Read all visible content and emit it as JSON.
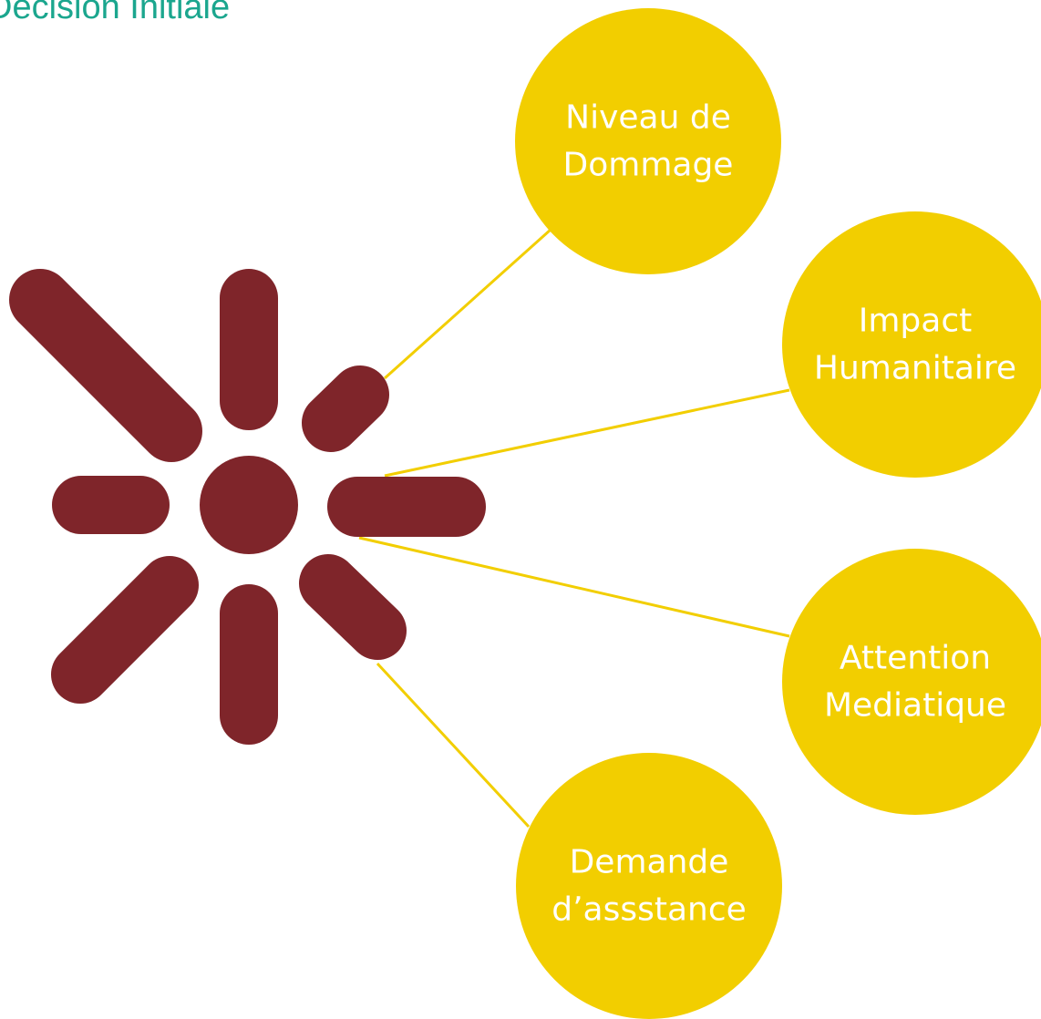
{
  "title": "Décision Initiale",
  "colors": {
    "title": "#1BA68E",
    "spark": "#7F252A",
    "node": "#F2CE00",
    "node_text": "#FFFFFF",
    "connector": "#F2CE00"
  },
  "nodes": [
    {
      "id": "niveau-de-dommage",
      "lines": [
        "Niveau de",
        "Dommage"
      ]
    },
    {
      "id": "impact-humanitaire",
      "lines": [
        "Impact",
        "Humanitaire"
      ]
    },
    {
      "id": "attention-mediatique",
      "lines": [
        "Attention",
        "Mediatique"
      ]
    },
    {
      "id": "demande-dassistance",
      "lines": [
        "Demande",
        "d’assstance"
      ]
    }
  ]
}
